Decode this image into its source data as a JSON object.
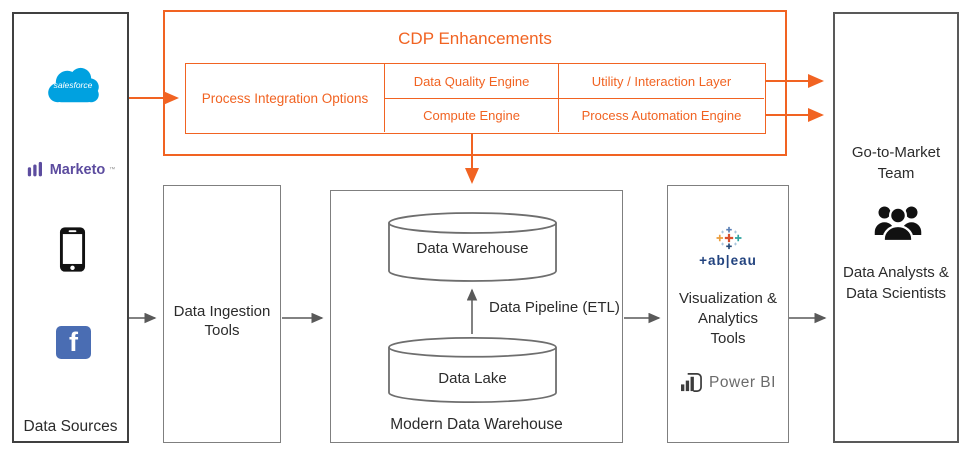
{
  "colors": {
    "accent_orange": "#F16322",
    "border_dark": "#404040",
    "border_mid": "#595959",
    "border_light": "#7F7F7F",
    "arrow_gray": "#595959",
    "salesforce_blue": "#00A1E0",
    "marketo_purple": "#5C4C9F",
    "facebook_blue": "#4A6DB3",
    "tableau_navy": "#22437F",
    "powerbi_gray": "#6B6B6B"
  },
  "data_sources": {
    "label": "Data Sources",
    "salesforce_text": "salesforce",
    "marketo_text": "Marketo",
    "marketo_tm": "™",
    "facebook_letter": "f",
    "icons": [
      "salesforce-logo",
      "marketo-logo",
      "mobile-phone-icon",
      "facebook-logo"
    ]
  },
  "cdp": {
    "title": "CDP Enhancements",
    "cells": {
      "integration": "Process Integration Options",
      "quality": "Data Quality Engine",
      "compute": "Compute Engine",
      "utility": "Utility / Interaction Layer",
      "automation": "Process Automation Engine"
    }
  },
  "ingestion": {
    "lines": [
      "Data Ingestion",
      "Tools"
    ]
  },
  "warehouse": {
    "warehouse_label": "Data Warehouse",
    "lake_label": "Data Lake",
    "pipeline_label": "Data Pipeline (ETL)",
    "caption": "Modern Data Warehouse"
  },
  "viz": {
    "lines": [
      "Visualization &",
      "Analytics",
      "Tools"
    ],
    "tableau_text": "+ab|eau",
    "powerbi_text": "Power BI",
    "icons": [
      "tableau-logo",
      "power-bi-logo"
    ]
  },
  "team": {
    "gtm_lines": [
      "Go-to-Market",
      "Team"
    ],
    "analyst_lines": [
      "Data Analysts &",
      "Data Scientists"
    ],
    "icons": [
      "team-people-icon"
    ]
  }
}
